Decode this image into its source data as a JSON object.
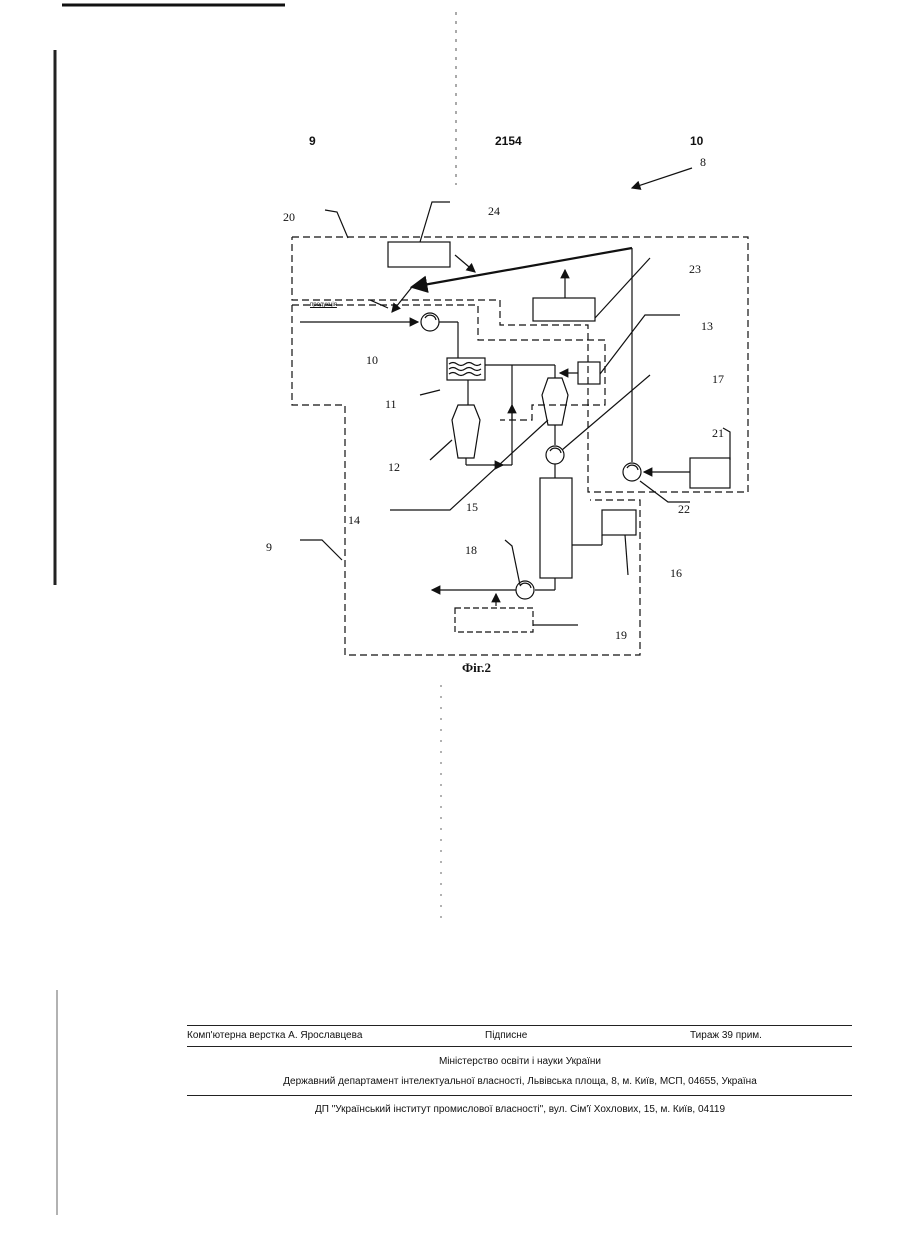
{
  "header": {
    "page_left": "9",
    "patent_number": "2154",
    "page_right": "10"
  },
  "figure": {
    "caption": "Фіг.2",
    "small_label": "продукція",
    "labels": {
      "l8": "8",
      "l20": "20",
      "l24": "24",
      "l23": "23",
      "l13": "13",
      "l10": "10",
      "l17": "17",
      "l11": "11",
      "l21": "21",
      "l12": "12",
      "l22": "22",
      "l14": "14",
      "l15": "15",
      "l9": "9",
      "l18": "18",
      "l16": "16",
      "l19": "19"
    }
  },
  "footer": {
    "typesetting": "Комп'ютерна верстка А. Ярославцева",
    "signed": "Підписне",
    "circulation": "Тираж 39 прим.",
    "ministry": "Міністерство освіти і науки України",
    "department": "Державний департамент інтелектуальної власності, Львівська площа, 8, м. Київ, МСП, 04655, Україна",
    "institute": "ДП \"Український інститут промислової власності\", вул. Сім'ї Хохлових, 15, м. Київ, 04119"
  }
}
